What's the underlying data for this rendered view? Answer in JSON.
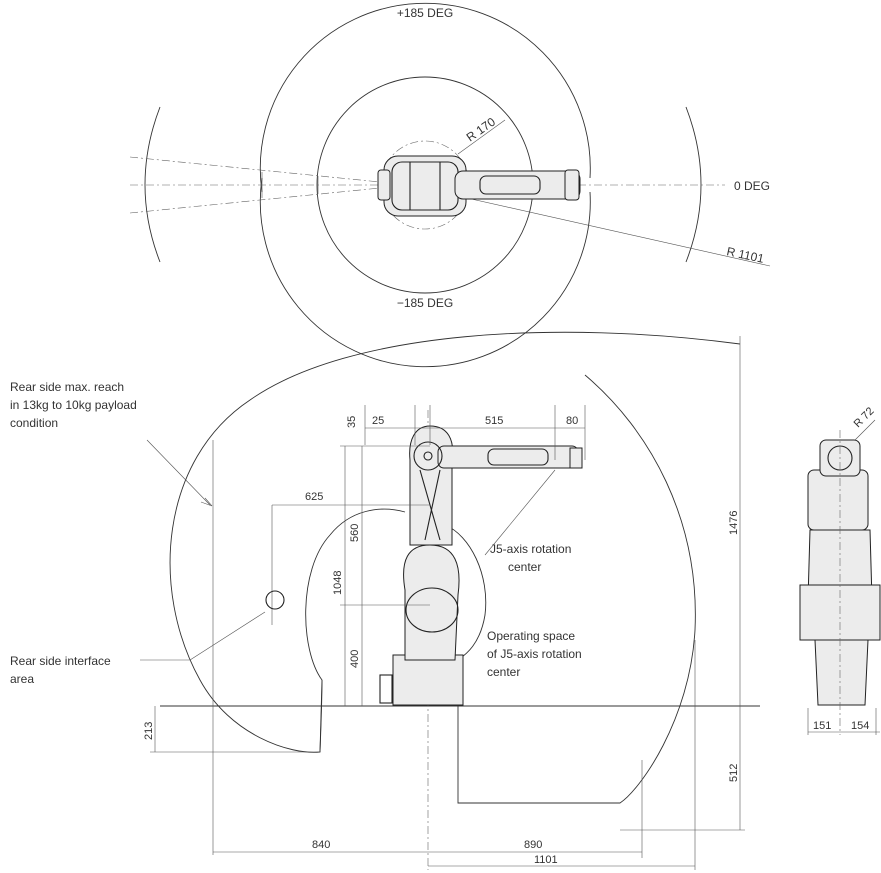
{
  "top_view": {
    "pos_angle": "+185 DEG",
    "neg_angle": "−185 DEG",
    "zero_angle": "0 DEG",
    "r_inner": "R 170",
    "r_outer": "R 1101"
  },
  "side_view": {
    "rear_reach_lines": [
      "Rear side max. reach",
      "in 13kg to 10kg payload",
      "condition"
    ],
    "rear_interface_lines": [
      "Rear side interface",
      "area"
    ],
    "j5_center_lines": [
      "J5-axis rotation",
      "center"
    ],
    "operating_space_lines": [
      "Operating space",
      "of J5-axis rotation",
      "center"
    ],
    "dims": {
      "d35": "35",
      "d25": "25",
      "d515": "515",
      "d80": "80",
      "d625": "625",
      "d560": "560",
      "d1048": "1048",
      "d400": "400",
      "d213": "213",
      "d1476": "1476",
      "d512": "512",
      "d840": "840",
      "d890": "890",
      "d1101": "1101"
    }
  },
  "front_view": {
    "r_label": "R 72",
    "d151": "151",
    "d154": "154"
  }
}
